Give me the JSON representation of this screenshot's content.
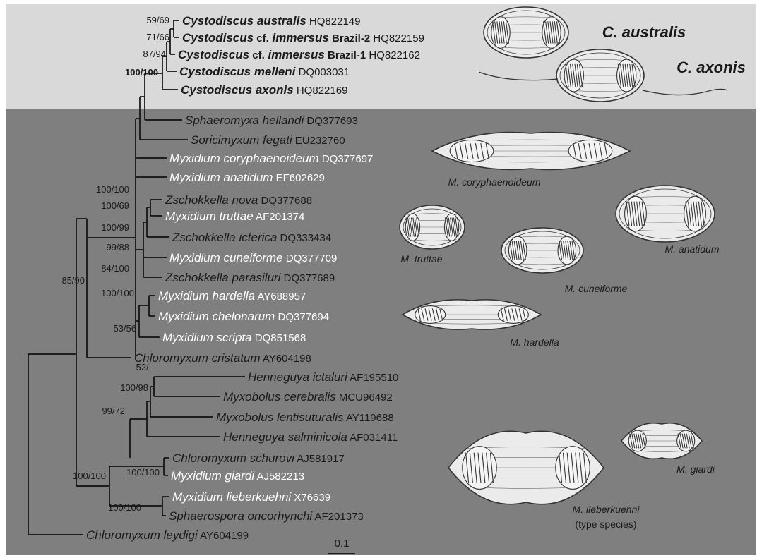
{
  "colors": {
    "top_panel": "#d9d9d9",
    "bottom_panel": "#7f7f7f",
    "branch": "#111111",
    "dark_text": "#1a1a1a",
    "light_text": "#ffffff",
    "drawing_fill": "#ebebeb",
    "drawing_stroke": "#333333"
  },
  "taxa": [
    {
      "genus": "Cystodiscus",
      "qual": "",
      "epithet": "australis",
      "strain": "",
      "acc": "HQ822149",
      "color": "dark",
      "bold": true
    },
    {
      "genus": "Cystodiscus",
      "qual": "cf.",
      "epithet": "immersus",
      "strain": "Brazil-2",
      "acc": "HQ822159",
      "color": "dark",
      "bold": true
    },
    {
      "genus": "Cystodiscus",
      "qual": "cf.",
      "epithet": "immersus",
      "strain": "Brazil-1",
      "acc": "HQ822162",
      "color": "dark",
      "bold": true
    },
    {
      "genus": "Cystodiscus",
      "qual": "",
      "epithet": "melleni",
      "strain": "",
      "acc": "DQ003031",
      "color": "dark",
      "bold": true
    },
    {
      "genus": "Cystodiscus",
      "qual": "",
      "epithet": "axonis",
      "strain": "",
      "acc": "HQ822169",
      "color": "dark",
      "bold": true
    },
    {
      "genus": "Sphaeromyxa",
      "qual": "",
      "epithet": "hellandi",
      "strain": "",
      "acc": "DQ377693",
      "color": "dark",
      "bold": false
    },
    {
      "genus": "Soricimyxum",
      "qual": "",
      "epithet": "fegati",
      "strain": "",
      "acc": "EU232760",
      "color": "dark",
      "bold": false
    },
    {
      "genus": "Myxidium",
      "qual": "",
      "epithet": "coryphaenoideum",
      "strain": "",
      "acc": "DQ377697",
      "color": "light",
      "bold": false
    },
    {
      "genus": "Myxidium",
      "qual": "",
      "epithet": "anatidum",
      "strain": "",
      "acc": "EF602629",
      "color": "light",
      "bold": false
    },
    {
      "genus": "Zschokkella",
      "qual": "",
      "epithet": "nova",
      "strain": "",
      "acc": "DQ377688",
      "color": "dark",
      "bold": false
    },
    {
      "genus": "Myxidium",
      "qual": "",
      "epithet": "truttae",
      "strain": "",
      "acc": "AF201374",
      "color": "light",
      "bold": false
    },
    {
      "genus": "Zschokkella",
      "qual": "",
      "epithet": "icterica",
      "strain": "",
      "acc": "DQ333434",
      "color": "dark",
      "bold": false
    },
    {
      "genus": "Myxidium",
      "qual": "",
      "epithet": "cuneiforme",
      "strain": "",
      "acc": "DQ377709",
      "color": "light",
      "bold": false
    },
    {
      "genus": "Zschokkella",
      "qual": "",
      "epithet": "parasiluri",
      "strain": "",
      "acc": "DQ377689",
      "color": "dark",
      "bold": false
    },
    {
      "genus": "Myxidium",
      "qual": "",
      "epithet": "hardella",
      "strain": "",
      "acc": "AY688957",
      "color": "light",
      "bold": false
    },
    {
      "genus": "Myxidium",
      "qual": "",
      "epithet": "chelonarum",
      "strain": "",
      "acc": "DQ377694",
      "color": "light",
      "bold": false
    },
    {
      "genus": "Myxidium",
      "qual": "",
      "epithet": "scripta",
      "strain": "",
      "acc": "DQ851568",
      "color": "light",
      "bold": false
    },
    {
      "genus": "Chloromyxum",
      "qual": "",
      "epithet": "cristatum",
      "strain": "",
      "acc": "AY604198",
      "color": "dark",
      "bold": false
    },
    {
      "genus": "Henneguya",
      "qual": "",
      "epithet": "ictaluri",
      "strain": "",
      "acc": "AF195510",
      "color": "dark",
      "bold": false
    },
    {
      "genus": "Myxobolus",
      "qual": "",
      "epithet": "cerebralis",
      "strain": "",
      "acc": "MCU96492",
      "color": "dark",
      "bold": false
    },
    {
      "genus": "Myxobolus",
      "qual": "",
      "epithet": "lentisuturalis",
      "strain": "",
      "acc": "AY119688",
      "color": "dark",
      "bold": false
    },
    {
      "genus": "Henneguya",
      "qual": "",
      "epithet": "salminicola",
      "strain": "",
      "acc": "AF031411",
      "color": "dark",
      "bold": false
    },
    {
      "genus": "Chloromyxum",
      "qual": "",
      "epithet": "schurovi",
      "strain": "",
      "acc": "AJ581917",
      "color": "dark",
      "bold": false
    },
    {
      "genus": "Myxidium",
      "qual": "",
      "epithet": "giardi",
      "strain": "",
      "acc": "AJ582213",
      "color": "light",
      "bold": false
    },
    {
      "genus": "Myxidium",
      "qual": "",
      "epithet": "lieberkuehni",
      "strain": "",
      "acc": "X76639",
      "color": "light",
      "bold": false
    },
    {
      "genus": "Sphaerospora",
      "qual": "",
      "epithet": "oncorhynchi",
      "strain": "",
      "acc": "AF201373",
      "color": "dark",
      "bold": false
    },
    {
      "genus": "Chloromyxum",
      "qual": "",
      "epithet": "leydigi",
      "strain": "",
      "acc": "AY604199",
      "color": "dark",
      "bold": false
    }
  ],
  "support_values": [
    "59/69",
    "71/66",
    "87/94",
    "100/100",
    "100/100",
    "100/69",
    "100/99",
    "99/88",
    "84/100",
    "100/100",
    "53/56",
    "85/90",
    "52/-",
    "100/98",
    "99/72",
    "100/100",
    "100/100",
    "100/100"
  ],
  "scale_bar": {
    "label": "0.1"
  },
  "drawing_captions": [
    {
      "name": "C. australis",
      "style": "large"
    },
    {
      "name": "C. axonis",
      "style": "large"
    },
    {
      "name": "M. coryphaenoideum",
      "style": "small"
    },
    {
      "name": "M. anatidum",
      "style": "small"
    },
    {
      "name": "M. truttae",
      "style": "small"
    },
    {
      "name": "M. cuneiforme",
      "style": "small"
    },
    {
      "name": "M. hardella",
      "style": "small"
    },
    {
      "name": "M. giardi",
      "style": "small"
    },
    {
      "name": "M. lieberkuehni",
      "style": "small"
    },
    {
      "name": "(type species)",
      "style": "plain"
    }
  ]
}
